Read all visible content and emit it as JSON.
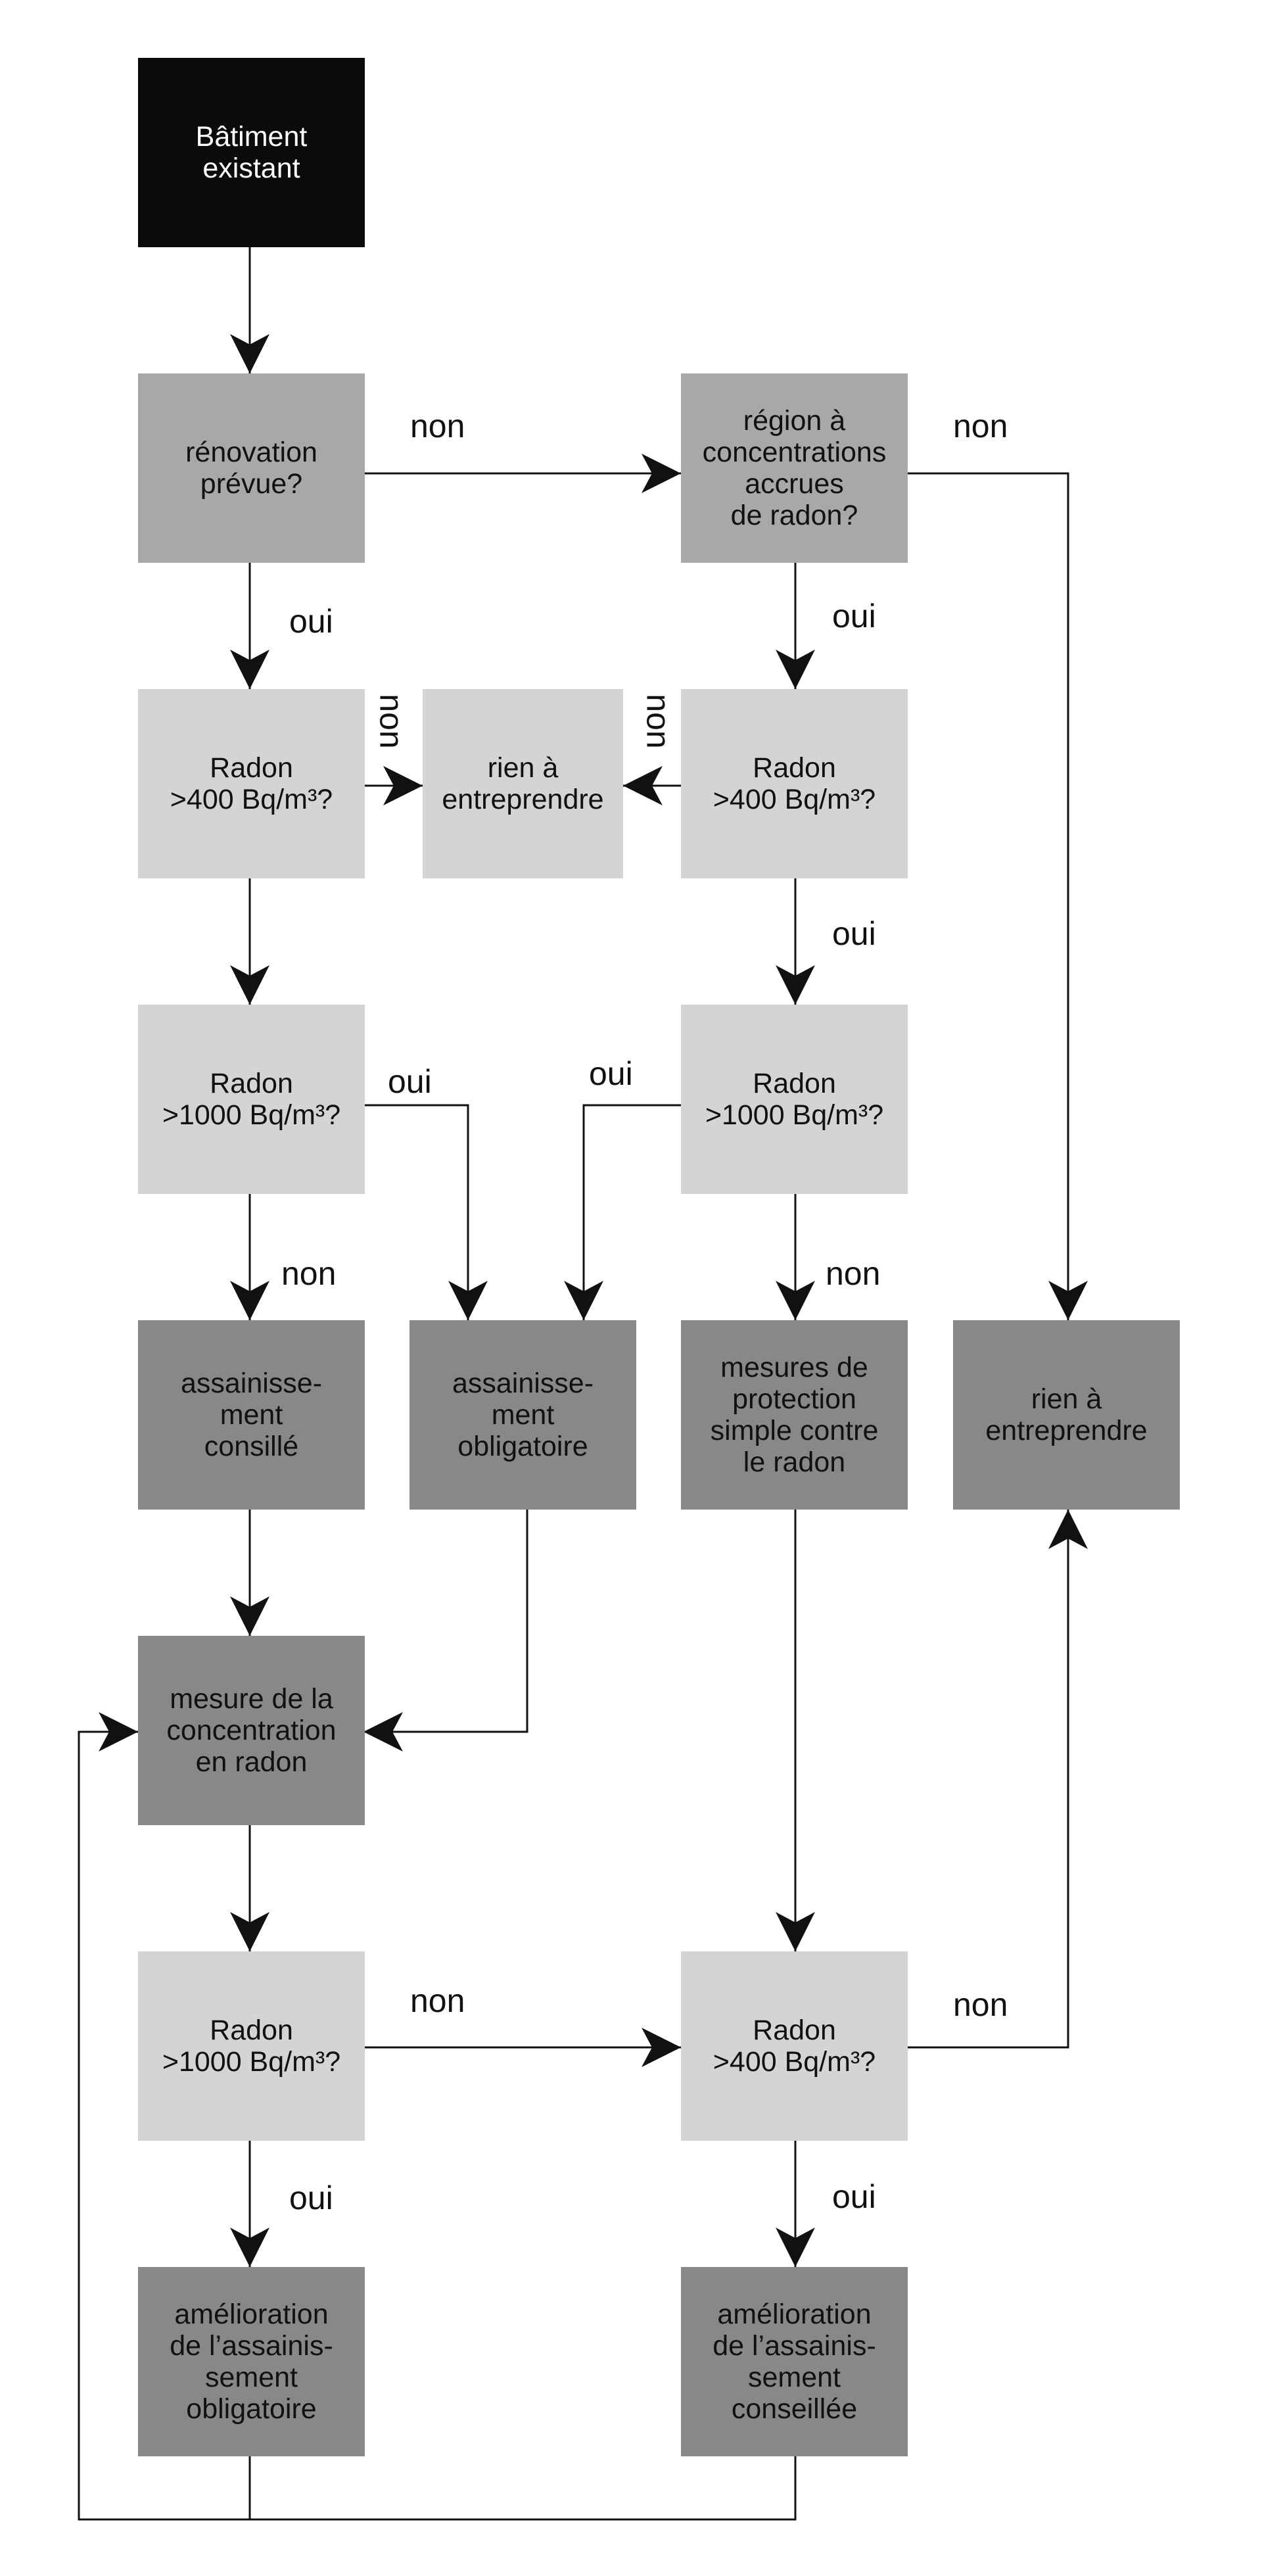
{
  "boxes": {
    "start": "Bâtiment\nexistant",
    "renovation": "rénovation\nprévue?",
    "region": "région à\nconcentrations\naccrues\nde radon?",
    "left_400": "Radon\n>400 Bq/m³?",
    "nothing_mid": "rien à\nentreprendre",
    "right_400": "Radon\n>400 Bq/m³?",
    "left_1000": "Radon\n>1000 Bq/m³?",
    "right_1000": "Radon\n>1000 Bq/m³?",
    "recommended": "assainisse-\nment\nconsillé",
    "mandatory": "assainisse-\nment\nobligatoire",
    "simple_measures": "mesures de\nprotection\nsimple contre\nle radon",
    "nothing_right": "rien à\nentreprendre",
    "measurement": "mesure de la\nconcentration\nen radon",
    "check_1000": "Radon\n>1000 Bq/m³?",
    "check_400": "Radon\n>400 Bq/m³?",
    "improve_mandatory": "amélioration\nde l’assainis-\nsement\nobligatoire",
    "improve_recommended": "amélioration\nde l’assainis-\nsement\nconseillée"
  },
  "labels": {
    "renovation_no": "non",
    "region_no": "non",
    "renovation_yes": "oui",
    "region_yes": "oui",
    "left_400_no": "non",
    "right_400_no": "non",
    "right_400_yes": "oui",
    "left_1000_yes": "oui",
    "right_1000_yes": "oui",
    "left_1000_no": "non",
    "right_1000_no": "non",
    "check_1000_no": "non",
    "check_400_no": "non",
    "check_1000_yes": "oui",
    "check_400_yes": "oui"
  }
}
